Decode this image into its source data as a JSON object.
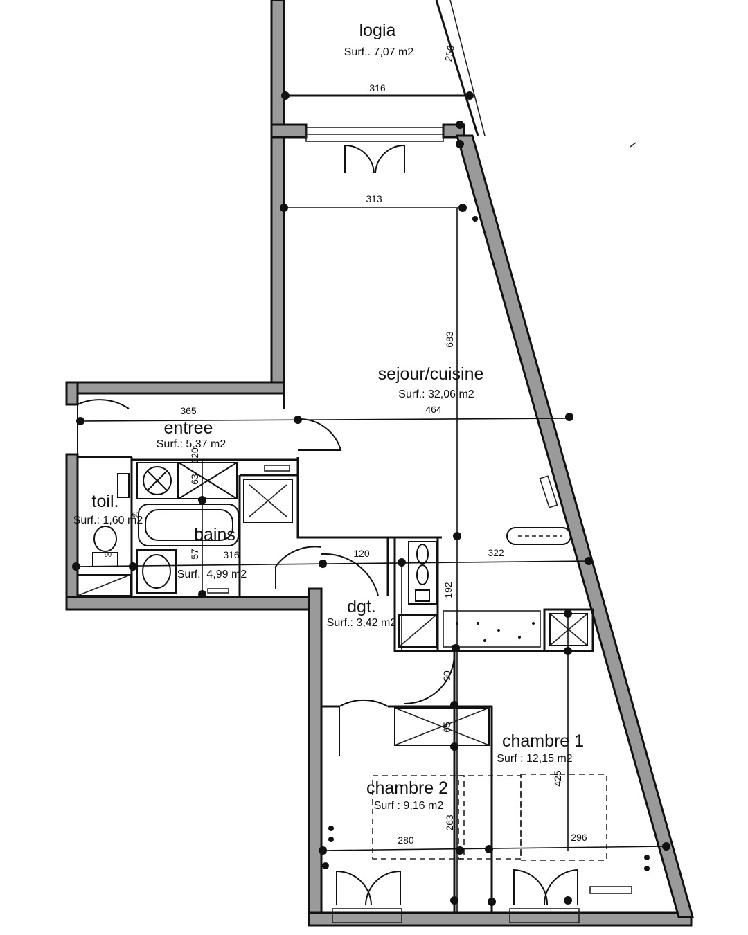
{
  "rooms": {
    "logia": {
      "name": "logia",
      "surface": "Surf.. 7,07 m2"
    },
    "sejour": {
      "name": "sejour/cuisine",
      "surface": "Surf.: 32,06 m2"
    },
    "entree": {
      "name": "entree",
      "surface": "Surf.: 5,37 m2"
    },
    "toil": {
      "name": "toil.",
      "surface": "Surf.: 1,60 m2"
    },
    "bains": {
      "name": "bains",
      "surface": "Surf.: 4,99 m2"
    },
    "dgt": {
      "name": "dgt.",
      "surface": "Surf.: 3,42 m2"
    },
    "chambre1": {
      "name": "chambre 1",
      "surface": "Surf : 12,15 m2"
    },
    "chambre2": {
      "name": "chambre 2",
      "surface": "Surf : 9,16 m2"
    }
  },
  "dimensions": {
    "logia_width": "316",
    "logia_angle": "250",
    "sejour_width": "313",
    "sejour_height": "683",
    "entree_width": "365",
    "sejour_span": "464",
    "bains_width": "316",
    "dgt_width": "120",
    "kitchen_width": "322",
    "kitchen_depth": "192",
    "bains_h1": "120",
    "bains_h2": "63",
    "bains_h3": "57",
    "placard_depth": "90",
    "placard_h": "65",
    "chambre1_height": "425",
    "chambre2_height": "263",
    "chambre2_width": "280",
    "chambre1_width": "296",
    "wc_label": "90",
    "toil_label": "60"
  },
  "marks": {
    "x_mark": "X"
  }
}
